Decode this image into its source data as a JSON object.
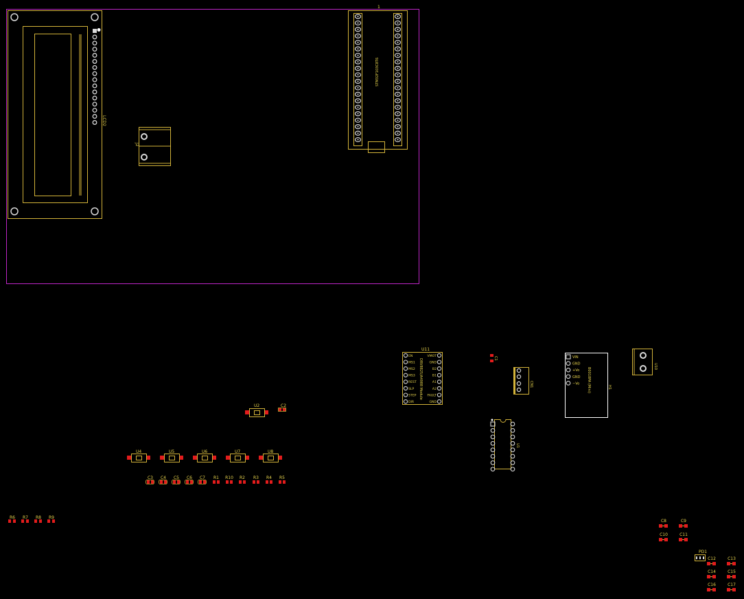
{
  "colors": {
    "background": "#000000",
    "board_outline": "#c026c8",
    "silkscreen": "#d4b43a",
    "silk_text": "#e8d44d",
    "pad_copper": "#d9d9d9",
    "smd_pad": "#e31c1c",
    "pin1_marker": "#ffffff"
  },
  "labels": {
    "top_marker": "1",
    "lcd": "LCD2",
    "j_connector": "J2",
    "stm32": "STM32F103C8T6",
    "u11": "U11",
    "u11_module": "DRV8825/A4988 Module",
    "u11_left_pins": [
      "EN",
      "MS1",
      "MS2",
      "MS3",
      "REST",
      "SLP",
      "STEP",
      "DIR"
    ],
    "u11_right_pins": [
      "VMOT",
      "GND",
      "B2",
      "B1",
      "A1",
      "A2",
      "FAULT",
      "GND"
    ],
    "c1": "C1",
    "cn1": "CN1",
    "h1": "H1",
    "h1_module": "B0018PA (Mini)",
    "h1_pins": [
      "VIN",
      "GND",
      "+Vo",
      "GND",
      "−Vo"
    ],
    "u10": "U10",
    "u1": "U1",
    "u2": "U2",
    "c2": "C2",
    "switches": [
      "U4",
      "U5",
      "U6",
      "U7",
      "U8"
    ],
    "row_parts": [
      "C3",
      "C4",
      "C5",
      "C6",
      "C7",
      "R1",
      "R10",
      "R2",
      "R3",
      "R4",
      "R5"
    ],
    "resistors_left": [
      "R6",
      "R7",
      "R8",
      "R9"
    ],
    "caps_grid_top": [
      [
        "C8",
        "C9"
      ],
      [
        "C10",
        "C11"
      ]
    ],
    "pd1": "PD1",
    "caps_grid_bottom": [
      [
        "C12",
        "C13"
      ],
      [
        "C14",
        "C15"
      ],
      [
        "C16",
        "C17"
      ]
    ]
  }
}
